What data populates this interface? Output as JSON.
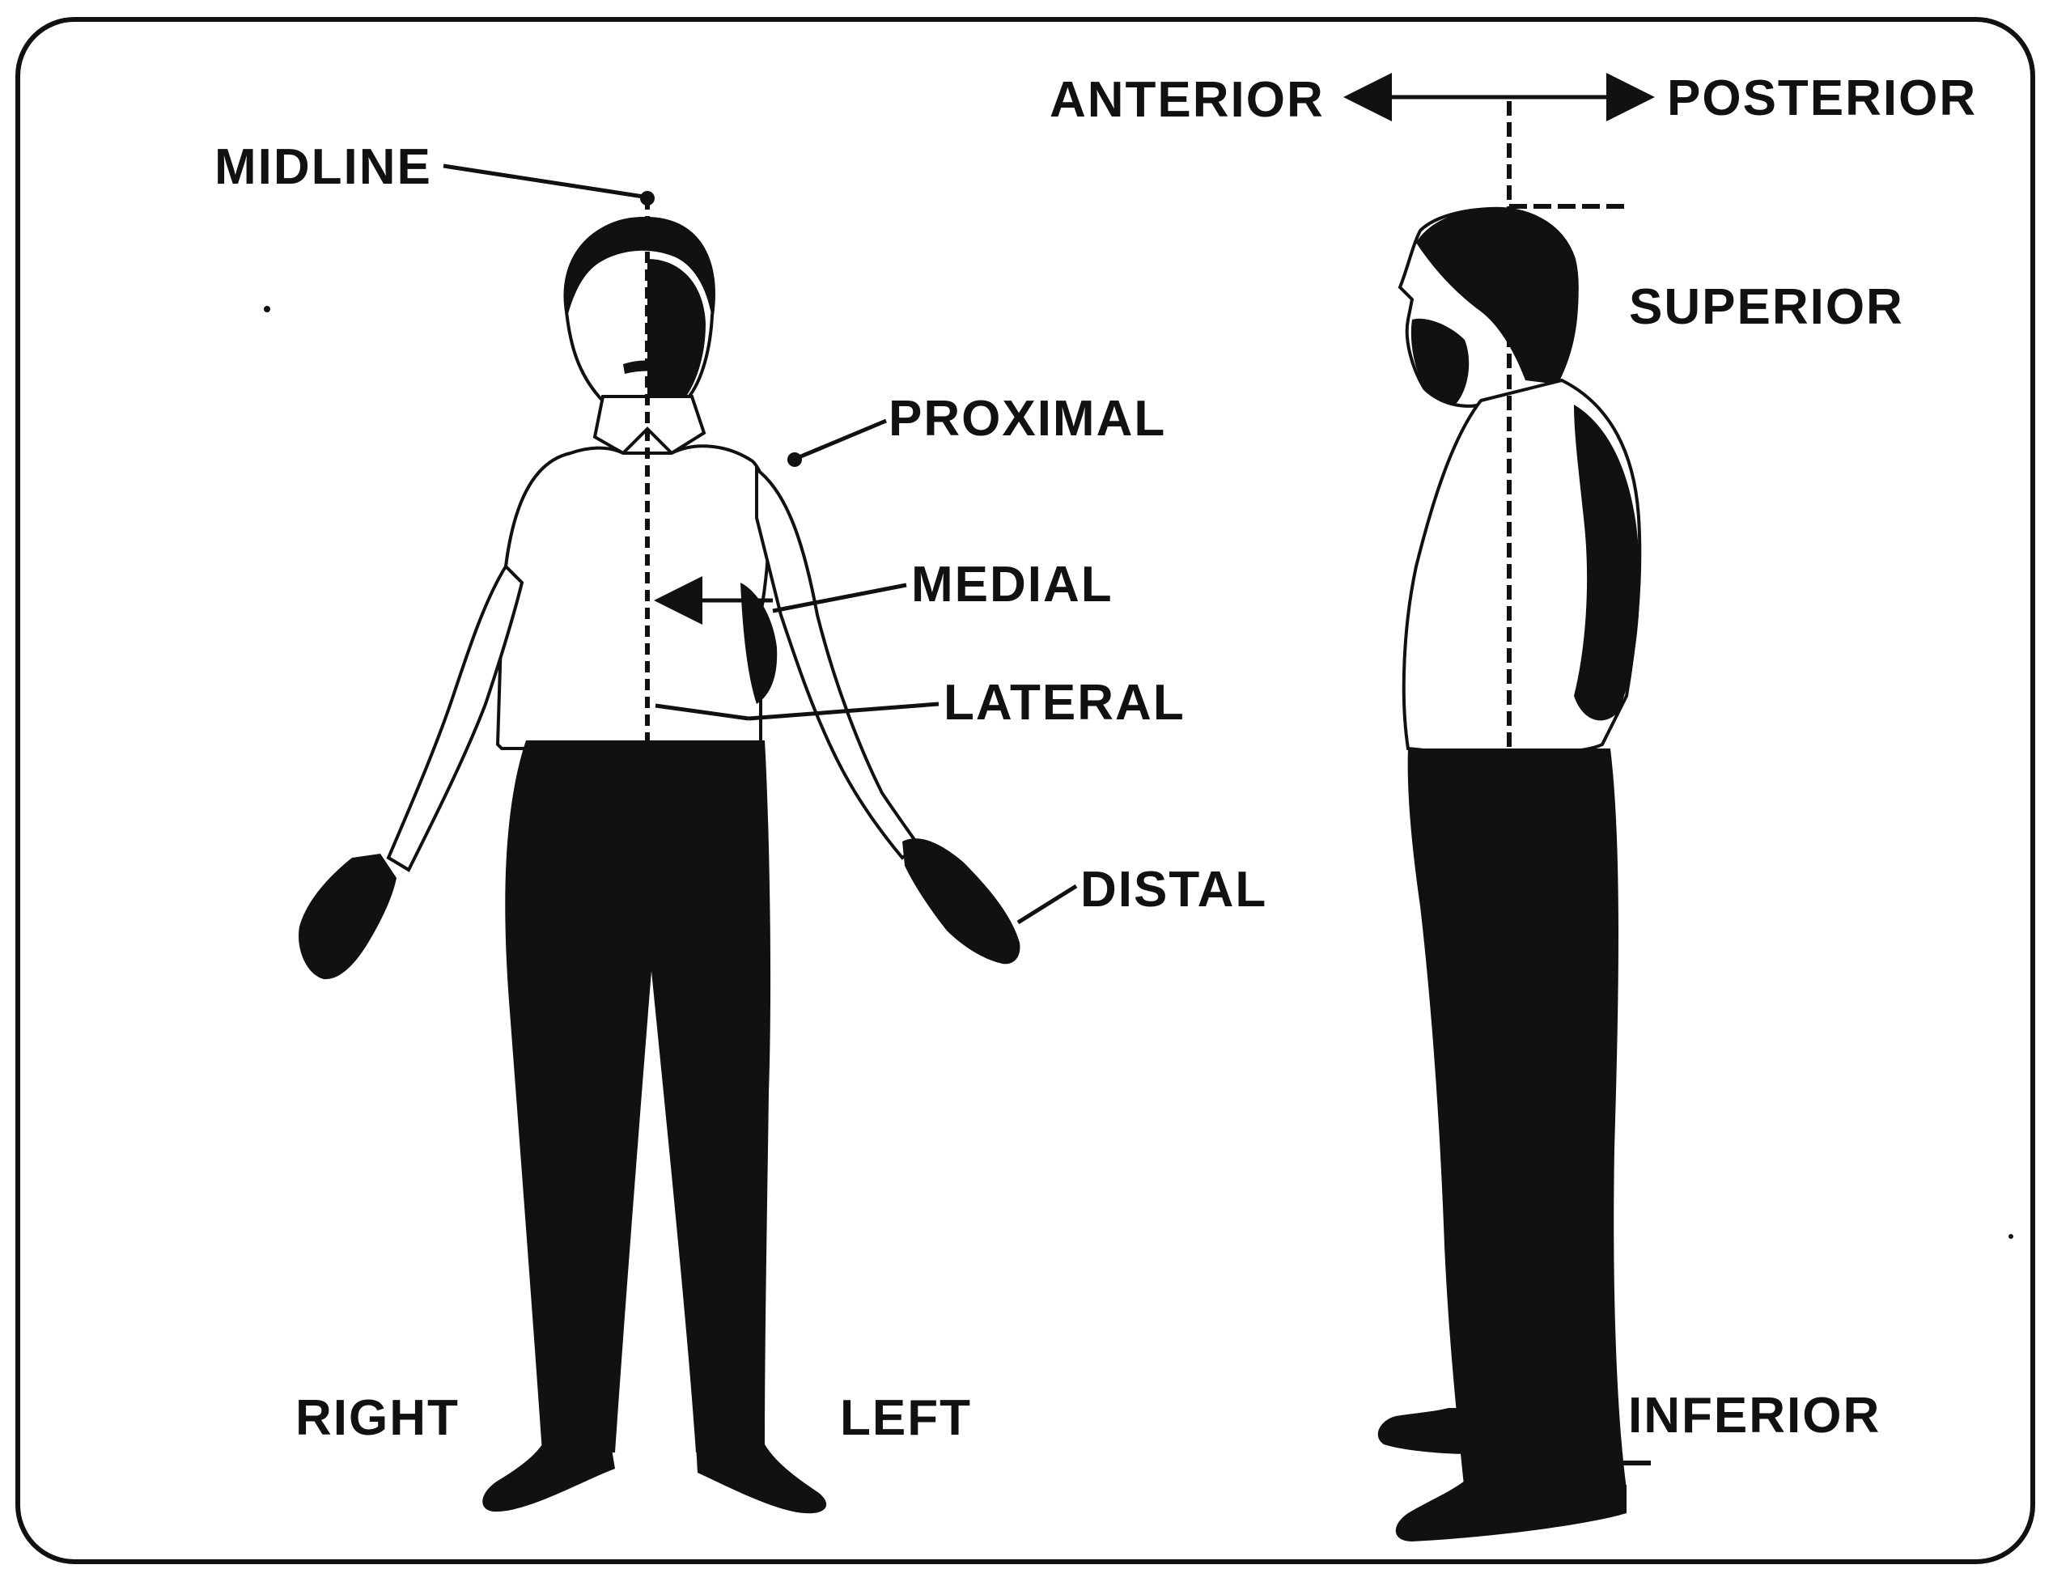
{
  "labels": {
    "midline": "MIDLINE",
    "proximal": "PROXIMAL",
    "medial": "MEDIAL",
    "lateral": "LATERAL",
    "distal": "DISTAL",
    "right": "RIGHT",
    "left": "LEFT",
    "anterior": "ANTERIOR",
    "posterior": "POSTERIOR",
    "superior": "SUPERIOR",
    "inferior": "INFERIOR"
  },
  "colors": {
    "ink": "#111111",
    "paper": "#ffffff"
  }
}
